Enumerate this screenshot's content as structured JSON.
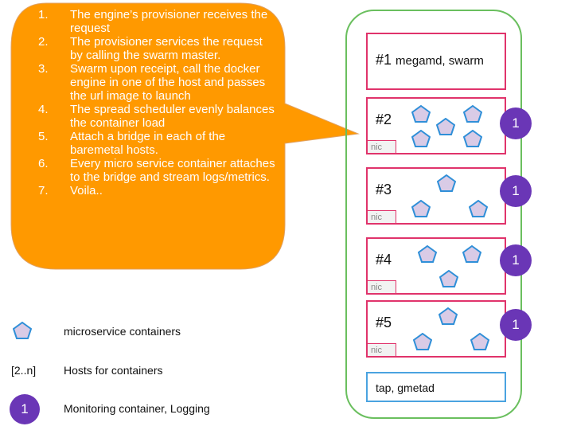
{
  "callout": {
    "steps": [
      {
        "num": "1.",
        "text": "The engine’s provisioner receives the request"
      },
      {
        "num": "2.",
        "text": "The provisioner services the request by calling the swarm master."
      },
      {
        "num": "3.",
        "text": "Swarm upon receipt, call the docker engine in one of the host and  passes the url image to launch"
      },
      {
        "num": "4.",
        "text": "The spread scheduler evenly balances the container load"
      },
      {
        "num": "5.",
        "text": "Attach a bridge in each of the baremetal hosts."
      },
      {
        "num": "6.",
        "text": "Every micro service container attaches to the bridge and stream logs/metrics."
      },
      {
        "num": "7.",
        "text": "Voila.."
      }
    ],
    "fill_color": "#ff9900"
  },
  "hosts": [
    {
      "id": "#1",
      "label": "megamd, swarm",
      "nic": "",
      "monitor": ""
    },
    {
      "id": "#2",
      "label": "",
      "nic": "nic",
      "monitor": "1"
    },
    {
      "id": "#3",
      "label": "",
      "nic": "nic",
      "monitor": "1"
    },
    {
      "id": "#4",
      "label": "",
      "nic": "nic",
      "monitor": "1"
    },
    {
      "id": "#5",
      "label": "",
      "nic": "nic",
      "monitor": "1"
    }
  ],
  "tap_box": {
    "label": "tap, gmetad"
  },
  "legend": {
    "microservice": "microservice containers",
    "hosts_key": "[2..n]",
    "hosts_desc": "Hosts for containers",
    "monitor_key": "1",
    "monitor_desc": "Monitoring container, Logging"
  },
  "colors": {
    "outer_border": "#6abf5e",
    "host_border": "#e0336b",
    "tap_border": "#4aa3e0",
    "container_fill": "#d9cbe6",
    "container_stroke": "#2f8fd8",
    "monitor_fill": "#6a36b6"
  }
}
